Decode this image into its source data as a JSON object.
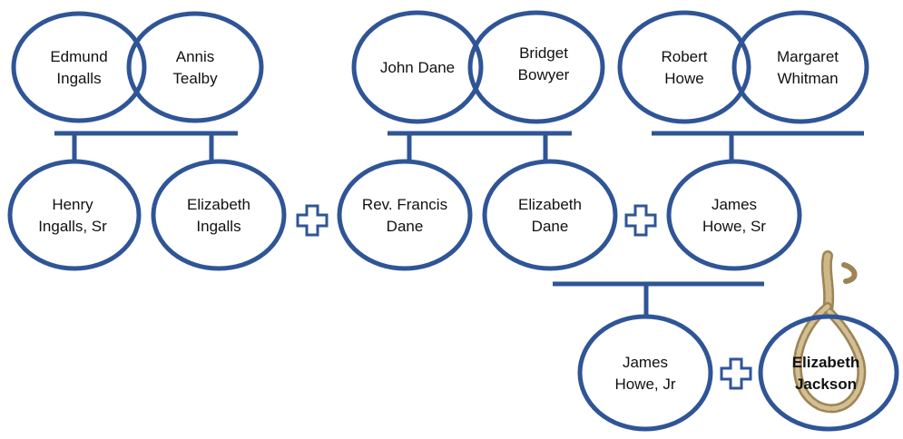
{
  "colors": {
    "accent": "#2f5597",
    "text": "#111111",
    "rope": "#b59a6a"
  },
  "people": {
    "edmund_ingalls": {
      "lines": [
        "Edmund",
        "Ingalls"
      ]
    },
    "annis_tealby": {
      "lines": [
        "Annis",
        "Tealby"
      ]
    },
    "john_dane": {
      "lines": [
        "John Dane"
      ]
    },
    "bridget_bowyer": {
      "lines": [
        "Bridget",
        "Bowyer"
      ]
    },
    "robert_howe": {
      "lines": [
        "Robert",
        "Howe"
      ]
    },
    "margaret_whitman": {
      "lines": [
        "Margaret",
        "Whitman"
      ]
    },
    "henry_ingalls": {
      "lines": [
        "Henry",
        "Ingalls, Sr"
      ]
    },
    "elizabeth_ingalls": {
      "lines": [
        "Elizabeth",
        "Ingalls"
      ]
    },
    "francis_dane": {
      "lines": [
        "Rev. Francis",
        "Dane"
      ]
    },
    "elizabeth_dane": {
      "lines": [
        "Elizabeth",
        "Dane"
      ]
    },
    "james_howe_sr": {
      "lines": [
        "James",
        "Howe, Sr"
      ]
    },
    "james_howe_jr": {
      "lines": [
        "James",
        "Howe, Jr"
      ]
    },
    "elizabeth_jackson": {
      "lines": [
        "Elizabeth",
        "Jackson"
      ],
      "bold": true
    }
  },
  "icons": {
    "marriage": "plus-icon",
    "execution": "noose-icon"
  }
}
